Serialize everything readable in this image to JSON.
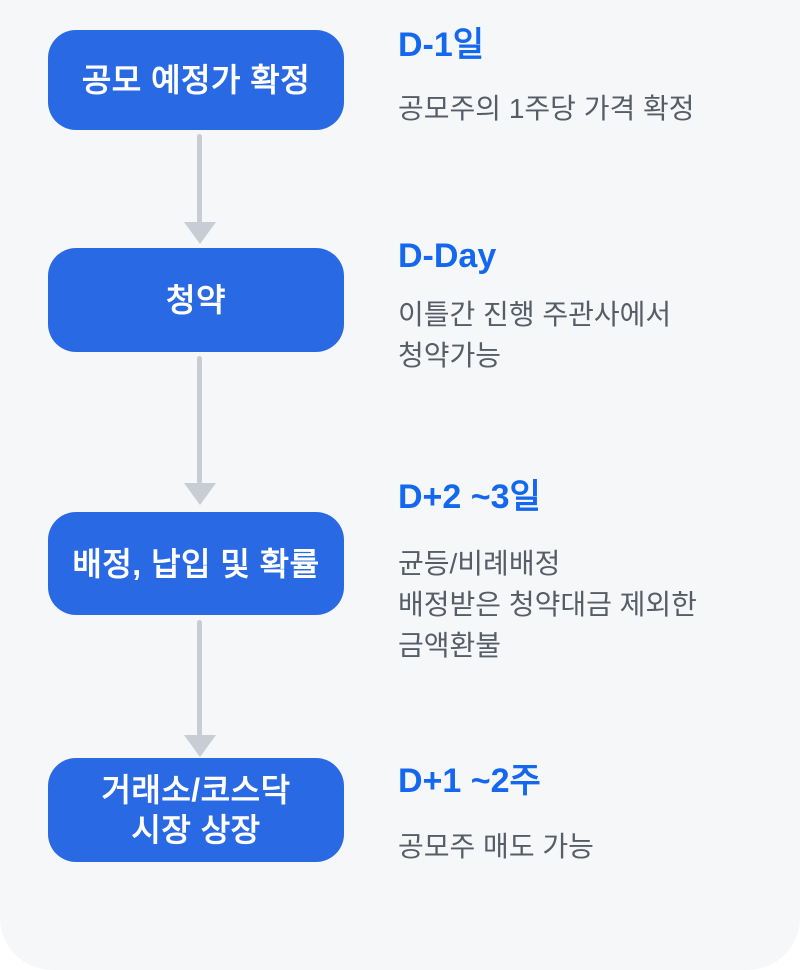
{
  "theme": {
    "panel_bg": "#f6f7f9",
    "box_blue": "#2a69e4",
    "box_text": "#ffffff",
    "label_blue": "#1468f0",
    "desc_gray": "#565d66",
    "arrow_gray": "#c8ccd4"
  },
  "flow": {
    "stages": [
      {
        "box_label": "공모 예정가 확정",
        "day_label": "D-1일",
        "description": "공모주의 1주당 가격 확정"
      },
      {
        "box_label": "청약",
        "day_label": "D-Day",
        "description": "이틀간 진행 주관사에서\n청약가능"
      },
      {
        "box_label": "배정, 납입 및 확률",
        "day_label": "D+2 ~3일",
        "description": "균등/비례배정\n배정받은 청약대금 제외한\n금액환불"
      },
      {
        "box_label": "거래소/코스닥\n시장 상장",
        "day_label": "D+1 ~2주",
        "description": "공모주 매도 가능"
      }
    ]
  }
}
